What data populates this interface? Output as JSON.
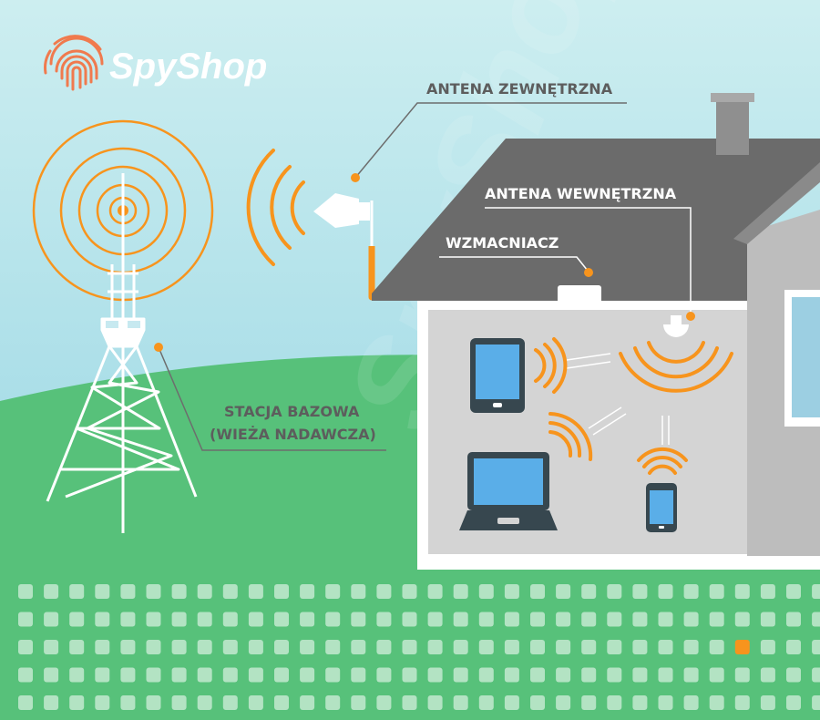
{
  "logo": {
    "brand": "SpyShop",
    "icon": "fingerprint-icon"
  },
  "watermark": "SpyShop",
  "labels": {
    "outdoor_antenna": "ANTENA ZEWNĘTRZNA",
    "indoor_antenna": "ANTENA WEWNĘTRZNA",
    "amplifier": "WZMACNIACZ",
    "base_station_line1": "STACJA BAZOWA",
    "base_station_line2": "(WIEŻA NADAWCZA)"
  },
  "icons": {
    "tower": "base-station-tower-icon",
    "outdoor_antenna": "directional-antenna-icon",
    "indoor_antenna": "dome-antenna-icon",
    "amplifier": "amplifier-box-icon",
    "tablet": "tablet-icon",
    "laptop": "laptop-icon",
    "phone": "smartphone-icon",
    "house": "house-icon"
  },
  "colors": {
    "sky_top": "#cdeef0",
    "sky_bottom": "#8fd2e2",
    "grass": "#57c17a",
    "accent": "#f7941d",
    "roof": "#6b6b6b",
    "wall": "#bdbdbd",
    "room": "#d4d4d4",
    "label": "#5d5d5d",
    "device": "#37474f",
    "screen": "#5aaee8"
  },
  "grid": {
    "rows": 5,
    "cols": 32,
    "highlight": {
      "row": 2,
      "col": 28
    }
  }
}
